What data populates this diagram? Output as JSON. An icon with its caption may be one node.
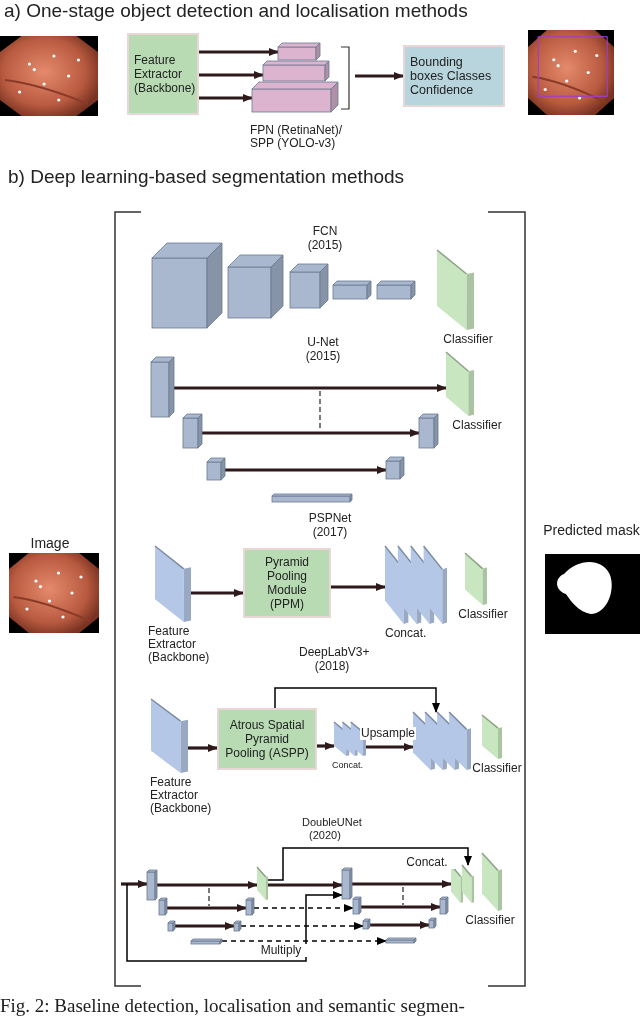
{
  "diagram": {
    "caption": "Fig. 2: Baseline detection, localisation and semantic segmen-",
    "nodes": [
      {
        "text": [],
        "shape": "picture"
      },
      {
        "text": [
          "Feature Extractor (Backbone)"
        ]
      },
      {
        "text": [
          "FPN (RetinaNet)/ SPP (YOLO-v3)"
        ]
      },
      {
        "text": [],
        "shape": "box",
        "in": 2
      },
      {
        "text": [],
        "shape": "box",
        "in": 2
      },
      {
        "text": [],
        "shape": "box",
        "in": 2
      },
      {
        "text": [
          "Bounding boxes Classes Confidence"
        ]
      },
      {
        "text": [],
        "shape": "picture"
      },
      {
        "text": [],
        "shape": "picture",
        "beside": [
          "Image"
        ]
      },
      {
        "text": [],
        "shape": "box"
      },
      {
        "text": [],
        "shape": "box"
      },
      {
        "text": [],
        "shape": "box"
      },
      {
        "text": [],
        "shape": "box"
      },
      {
        "text": [],
        "shape": "box"
      },
      {
        "text": [
          "Classifier"
        ]
      },
      {
        "text": [],
        "shape": "box"
      },
      {
        "text": [],
        "shape": "box"
      },
      {
        "text": [],
        "shape": "box"
      },
      {
        "text": [],
        "shape": "bar"
      },
      {
        "text": [
          "Classifier"
        ]
      },
      {
        "text": [],
        "shape": "box"
      },
      {
        "text": [],
        "shape": "box"
      },
      {
        "text": [
          "Feature Extractor (Backbone)"
        ]
      },
      {
        "text": [
          "Pyramid Pooling Module (PPM)"
        ]
      },
      {
        "text": [
          "Concat."
        ]
      },
      {
        "text": [
          "Classifier"
        ]
      },
      {
        "text": [
          "Feature Extractor (Backbone)"
        ]
      },
      {
        "text": [
          "Atrous Spatial Pyramid Pooling (ASPP)"
        ]
      },
      {
        "text": [
          "Concat."
        ]
      },
      {
        "text": [],
        "shape": "box"
      },
      {
        "text": [
          "Classifier"
        ]
      },
      {
        "text": [],
        "shape": "box"
      },
      {
        "text": [],
        "shape": "box"
      },
      {
        "text": [],
        "shape": "box"
      },
      {
        "text": [],
        "shape": "bar"
      },
      {
        "text": [],
        "shape": "box"
      },
      {
        "text": [],
        "shape": "box"
      },
      {
        "text": [],
        "shape": "box"
      },
      {
        "text": [],
        "shape": "box"
      },
      {
        "text": [],
        "shape": "box"
      },
      {
        "text": [],
        "shape": "box"
      },
      {
        "text": [],
        "shape": "bar"
      },
      {
        "text": [],
        "shape": "box"
      },
      {
        "text": [],
        "shape": "box"
      },
      {
        "text": [],
        "shape": "box"
      },
      {
        "text": [],
        "shape": "box"
      },
      {
        "text": [
          "Classifier"
        ]
      },
      {
        "text": [],
        "shape": "picture",
        "beside": [
          "Predicted mask"
        ]
      }
    ],
    "edges": [
      {
        "from": 1,
        "to": 3,
        "arrow": "to"
      },
      {
        "from": 1,
        "to": 4,
        "arrow": "to"
      },
      {
        "from": 1,
        "to": 5,
        "arrow": "to"
      },
      {
        "from": 2,
        "to": 6,
        "arrow": "to"
      },
      {
        "from": 15,
        "to": 19,
        "arrow": "to"
      },
      {
        "from": 16,
        "to": 20,
        "arrow": "to"
      },
      {
        "from": 17,
        "to": 21,
        "arrow": "to"
      },
      {
        "from": 22,
        "to": 23,
        "arrow": "to"
      },
      {
        "from": 23,
        "to": 24,
        "arrow": "to"
      },
      {
        "from": 26,
        "to": 27,
        "arrow": "to"
      },
      {
        "from": 27,
        "to": 28,
        "arrow": "to"
      },
      {
        "from": 28,
        "to": 29,
        "arrow": "to",
        "label": "Upsample"
      },
      {
        "from": 27,
        "to": 29,
        "arrow": "to",
        "color": "#000000"
      },
      {
        "from": null,
        "to": 31,
        "arrow": "to"
      },
      {
        "from": 31,
        "to": 35,
        "arrow": "to"
      },
      {
        "from": 32,
        "to": 36,
        "arrow": "to"
      },
      {
        "from": 33,
        "to": 37,
        "arrow": "to"
      },
      {
        "from": 35,
        "to": 38,
        "arrow": "to"
      },
      {
        "from": 36,
        "to": 39,
        "arrow": "to",
        "style": "dashed",
        "color": "#000000"
      },
      {
        "from": 37,
        "to": 40,
        "arrow": "to",
        "style": "dashed",
        "color": "#000000"
      },
      {
        "from": 34,
        "to": 41,
        "arrow": "to",
        "style": "dashed",
        "color": "#000000"
      },
      {
        "from": 38,
        "to": 44,
        "arrow": "to"
      },
      {
        "from": 39,
        "to": 42,
        "arrow": "to"
      },
      {
        "from": 40,
        "to": 43,
        "arrow": "to"
      },
      {
        "from": 35,
        "to": 45,
        "arrow": "to",
        "label": "Concat.",
        "color": "#000000"
      },
      {
        "from": null,
        "to": 38,
        "arrow": "to",
        "label": "Multiply",
        "color": "#000000"
      }
    ],
    "labels": [
      "a) One-stage object detection and localisation methods",
      "b) Deep learning-based segmentation methods",
      "FCN (2015)",
      "U-Net (2015)",
      "PSPNet (2017)",
      "DeepLabV3+ (2018)",
      "DoubleUNet (2020)"
    ]
  }
}
